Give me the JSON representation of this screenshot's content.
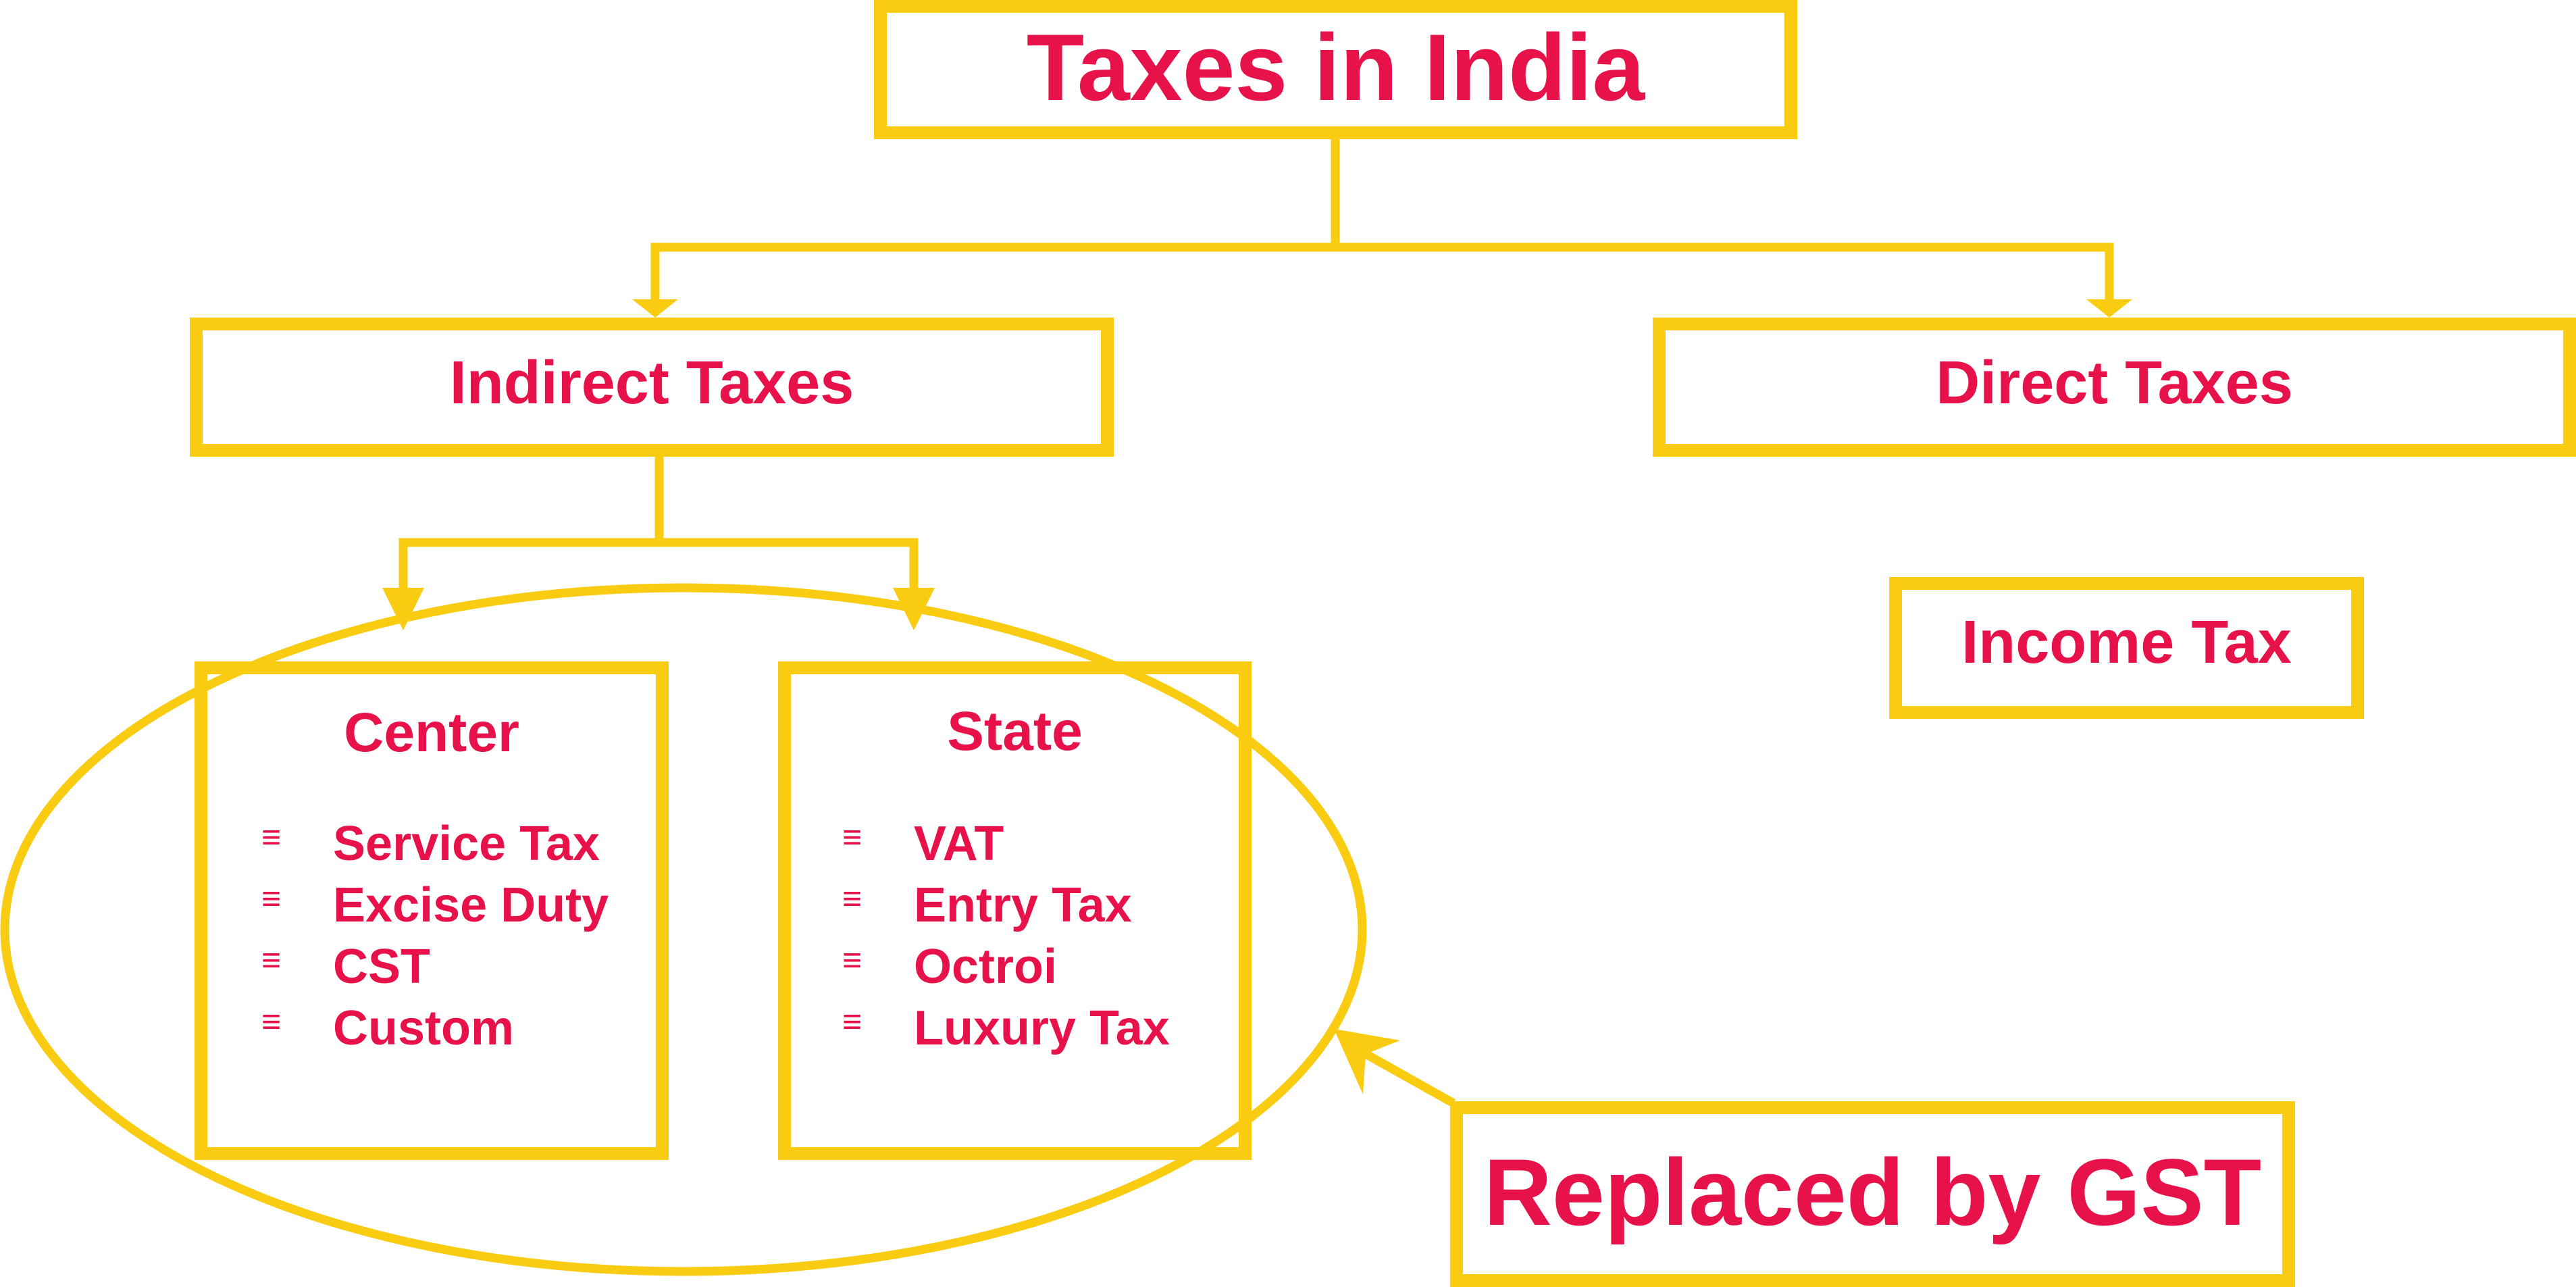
{
  "title": "Taxes in India",
  "nodes": {
    "indirect": "Indirect Taxes",
    "direct": "Direct Taxes",
    "center": {
      "heading": "Center",
      "items": [
        "Service Tax",
        "Excise Duty",
        "CST",
        "Custom"
      ]
    },
    "state": {
      "heading": "State",
      "items": [
        "VAT",
        "Entry Tax",
        "Octroi",
        "Luxury Tax"
      ]
    },
    "income": "Income Tax",
    "gst": "Replaced by GST"
  },
  "bullet_glyph": "≡",
  "colors": {
    "accent": "#FACC11",
    "text": "#E8124A",
    "background": "#FFFFFF"
  }
}
